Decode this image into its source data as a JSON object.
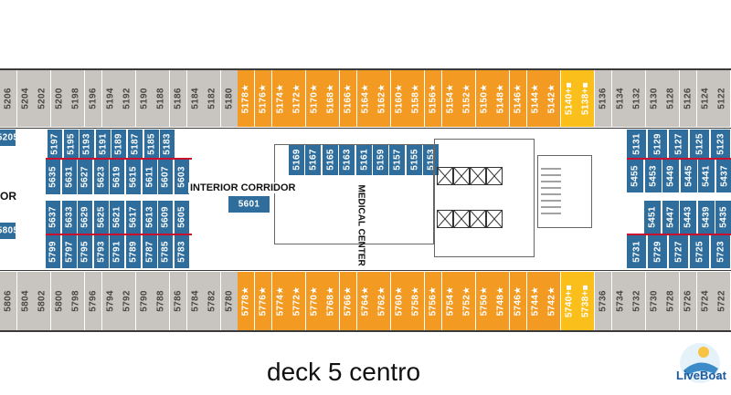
{
  "deck_title": "deck 5 centro",
  "labels": {
    "interior_corridor": "INTERIOR CORRIDOR",
    "medical_center": "MEDICAL CENTER",
    "left_edge_partial": "OR",
    "corridor_cabin": "5601"
  },
  "logo": {
    "text": "LiveBoat.it"
  },
  "colors": {
    "standard": "#c8c4bf",
    "balcony": "#f39a22",
    "suite": "#fbbf1c",
    "interior": "#2f6e9c",
    "accessible_line": "#c8102e"
  },
  "top_row": [
    {
      "n": "5206",
      "t": "gray"
    },
    {
      "n": "5204",
      "t": "gray"
    },
    {
      "n": "5202",
      "t": "gray"
    },
    {
      "n": "5200",
      "t": "gray"
    },
    {
      "n": "5198",
      "t": "gray"
    },
    {
      "n": "5196",
      "t": "gray"
    },
    {
      "n": "5194",
      "t": "gray"
    },
    {
      "n": "5192",
      "t": "gray"
    },
    {
      "n": "5190",
      "t": "gray"
    },
    {
      "n": "5188",
      "t": "gray"
    },
    {
      "n": "5186",
      "t": "gray"
    },
    {
      "n": "5184",
      "t": "gray"
    },
    {
      "n": "5182",
      "t": "gray"
    },
    {
      "n": "5180",
      "t": "gray"
    },
    {
      "n": "5178★",
      "t": "orange"
    },
    {
      "n": "5176★",
      "t": "orange"
    },
    {
      "n": "5174★",
      "t": "orange"
    },
    {
      "n": "5172★",
      "t": "orange"
    },
    {
      "n": "5170★",
      "t": "orange"
    },
    {
      "n": "5168★",
      "t": "orange"
    },
    {
      "n": "5166★",
      "t": "orange"
    },
    {
      "n": "5164★",
      "t": "orange"
    },
    {
      "n": "5162★",
      "t": "orange"
    },
    {
      "n": "5160★",
      "t": "orange"
    },
    {
      "n": "5158★",
      "t": "orange"
    },
    {
      "n": "5156★",
      "t": "orange"
    },
    {
      "n": "5154★",
      "t": "orange"
    },
    {
      "n": "5152★",
      "t": "orange"
    },
    {
      "n": "5150★",
      "t": "orange"
    },
    {
      "n": "5148★",
      "t": "orange"
    },
    {
      "n": "5146★",
      "t": "orange"
    },
    {
      "n": "5144★",
      "t": "orange"
    },
    {
      "n": "5142★",
      "t": "orange"
    },
    {
      "n": "5140+■",
      "t": "gold"
    },
    {
      "n": "5138+■",
      "t": "gold"
    },
    {
      "n": "5136",
      "t": "gray"
    },
    {
      "n": "5134",
      "t": "gray"
    },
    {
      "n": "5132",
      "t": "gray"
    },
    {
      "n": "5130",
      "t": "gray"
    },
    {
      "n": "5128",
      "t": "gray"
    },
    {
      "n": "5126",
      "t": "gray"
    },
    {
      "n": "5124",
      "t": "gray"
    },
    {
      "n": "5122",
      "t": "gray"
    }
  ],
  "bottom_row": [
    {
      "n": "5806",
      "t": "gray"
    },
    {
      "n": "5804",
      "t": "gray"
    },
    {
      "n": "5802",
      "t": "gray"
    },
    {
      "n": "5800",
      "t": "gray"
    },
    {
      "n": "5798",
      "t": "gray"
    },
    {
      "n": "5796",
      "t": "gray"
    },
    {
      "n": "5794",
      "t": "gray"
    },
    {
      "n": "5792",
      "t": "gray"
    },
    {
      "n": "5790",
      "t": "gray"
    },
    {
      "n": "5788",
      "t": "gray"
    },
    {
      "n": "5786",
      "t": "gray"
    },
    {
      "n": "5784",
      "t": "gray"
    },
    {
      "n": "5782",
      "t": "gray"
    },
    {
      "n": "5780",
      "t": "gray"
    },
    {
      "n": "5778★",
      "t": "orange"
    },
    {
      "n": "5776★",
      "t": "orange"
    },
    {
      "n": "5774★",
      "t": "orange"
    },
    {
      "n": "5772★",
      "t": "orange"
    },
    {
      "n": "5770★",
      "t": "orange"
    },
    {
      "n": "5768★",
      "t": "orange"
    },
    {
      "n": "5766★",
      "t": "orange"
    },
    {
      "n": "5764★",
      "t": "orange"
    },
    {
      "n": "5762★",
      "t": "orange"
    },
    {
      "n": "5760★",
      "t": "orange"
    },
    {
      "n": "5758★",
      "t": "orange"
    },
    {
      "n": "5756★",
      "t": "orange"
    },
    {
      "n": "5754★",
      "t": "orange"
    },
    {
      "n": "5752★",
      "t": "orange"
    },
    {
      "n": "5750★",
      "t": "orange"
    },
    {
      "n": "5748★",
      "t": "orange"
    },
    {
      "n": "5746★",
      "t": "orange"
    },
    {
      "n": "5744★",
      "t": "orange"
    },
    {
      "n": "5742★",
      "t": "orange"
    },
    {
      "n": "5740+■",
      "t": "gold"
    },
    {
      "n": "5738+■",
      "t": "gold"
    },
    {
      "n": "5736",
      "t": "gray"
    },
    {
      "n": "5734",
      "t": "gray"
    },
    {
      "n": "5732",
      "t": "gray"
    },
    {
      "n": "5730",
      "t": "gray"
    },
    {
      "n": "5728",
      "t": "gray"
    },
    {
      "n": "5726",
      "t": "gray"
    },
    {
      "n": "5724",
      "t": "gray"
    },
    {
      "n": "5722",
      "t": "gray"
    }
  ],
  "left_block": {
    "row_a": [
      "5197",
      "5195",
      "5193",
      "5191",
      "5189",
      "5187",
      "5185",
      "5183"
    ],
    "row_b": [
      "5635",
      "5631",
      "5627",
      "5623",
      "5619",
      "5615",
      "5611",
      "5607",
      "5603"
    ],
    "row_c": [
      "5637",
      "5633",
      "5629",
      "5625",
      "5621",
      "5617",
      "5613",
      "5609",
      "5605"
    ],
    "row_d": [
      "5799",
      "5797",
      "5795",
      "5793",
      "5791",
      "5789",
      "5787",
      "5785",
      "5783"
    ],
    "edge_top": "5205",
    "edge_bottom": "5805"
  },
  "mid_block": [
    "5169",
    "5167",
    "5165",
    "5163",
    "5161",
    "5159",
    "5157",
    "5155",
    "5153"
  ],
  "right_block": {
    "row_a": [
      "5131",
      "5129",
      "5127",
      "5125",
      "5123"
    ],
    "row_b": [
      "5455",
      "5453",
      "5449",
      "5445",
      "5441",
      "5437"
    ],
    "row_c": [
      "5451",
      "5447",
      "5443",
      "5439",
      "5435"
    ],
    "row_d": [
      "5731",
      "5729",
      "5727",
      "5725",
      "5723"
    ]
  }
}
